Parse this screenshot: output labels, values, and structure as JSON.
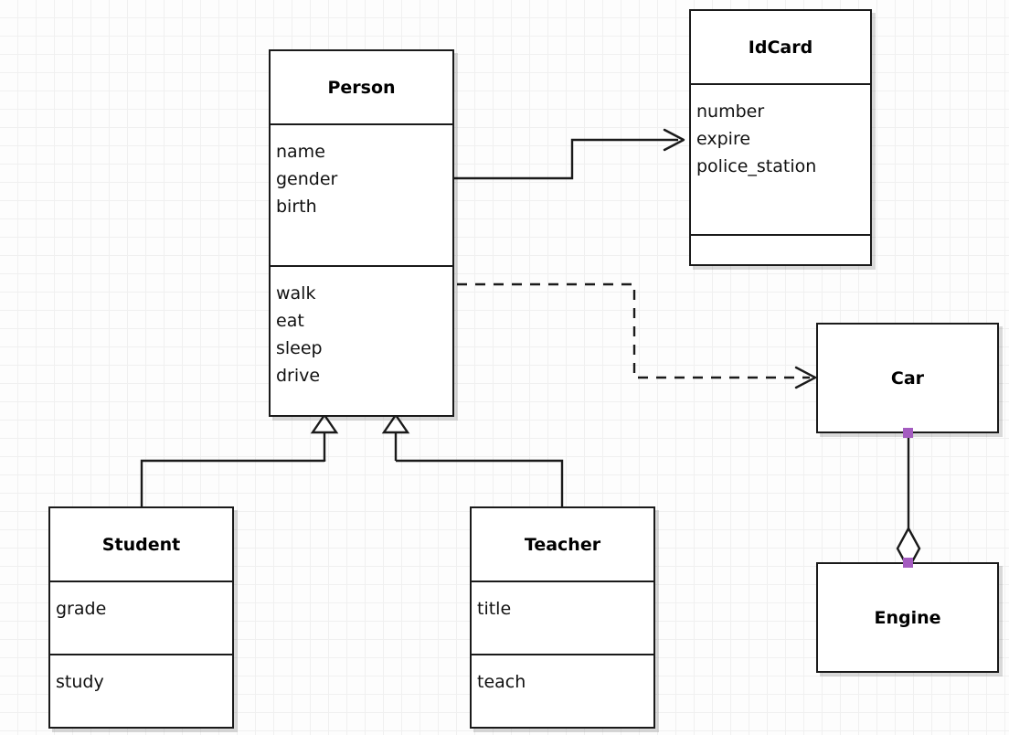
{
  "diagram": {
    "kind": "uml-class-diagram",
    "background": "#fdfdfd",
    "grid_color": "#f0f0f0",
    "line_color": "#1a1a1a",
    "handle_color": "#a45cc0"
  },
  "classes": {
    "person": {
      "name": "Person",
      "attributes": [
        "name",
        "gender",
        "birth"
      ],
      "methods": [
        "walk",
        "eat",
        "sleep",
        "drive"
      ]
    },
    "idcard": {
      "name": "IdCard",
      "attributes": [
        "number",
        "expire",
        "police_station"
      ],
      "methods": []
    },
    "car": {
      "name": "Car",
      "attributes": [],
      "methods": []
    },
    "engine": {
      "name": "Engine",
      "attributes": [],
      "methods": []
    },
    "student": {
      "name": "Student",
      "attributes": [
        "grade"
      ],
      "methods": [
        "study"
      ]
    },
    "teacher": {
      "name": "Teacher",
      "attributes": [
        "title"
      ],
      "methods": [
        "teach"
      ]
    }
  },
  "relations": [
    {
      "id": "person-idcard",
      "type": "association",
      "from": "Person",
      "to": "IdCard",
      "style": "solid",
      "arrow": "open-arrow"
    },
    {
      "id": "person-car",
      "type": "dependency",
      "from": "Person",
      "to": "Car",
      "style": "dashed",
      "arrow": "open-arrow"
    },
    {
      "id": "student-person",
      "type": "generalization",
      "from": "Student",
      "to": "Person",
      "style": "solid",
      "arrow": "hollow-triangle"
    },
    {
      "id": "teacher-person",
      "type": "generalization",
      "from": "Teacher",
      "to": "Person",
      "style": "solid",
      "arrow": "hollow-triangle"
    },
    {
      "id": "car-engine",
      "type": "aggregation",
      "from": "Car",
      "to": "Engine",
      "style": "solid",
      "arrow": "hollow-diamond"
    }
  ]
}
